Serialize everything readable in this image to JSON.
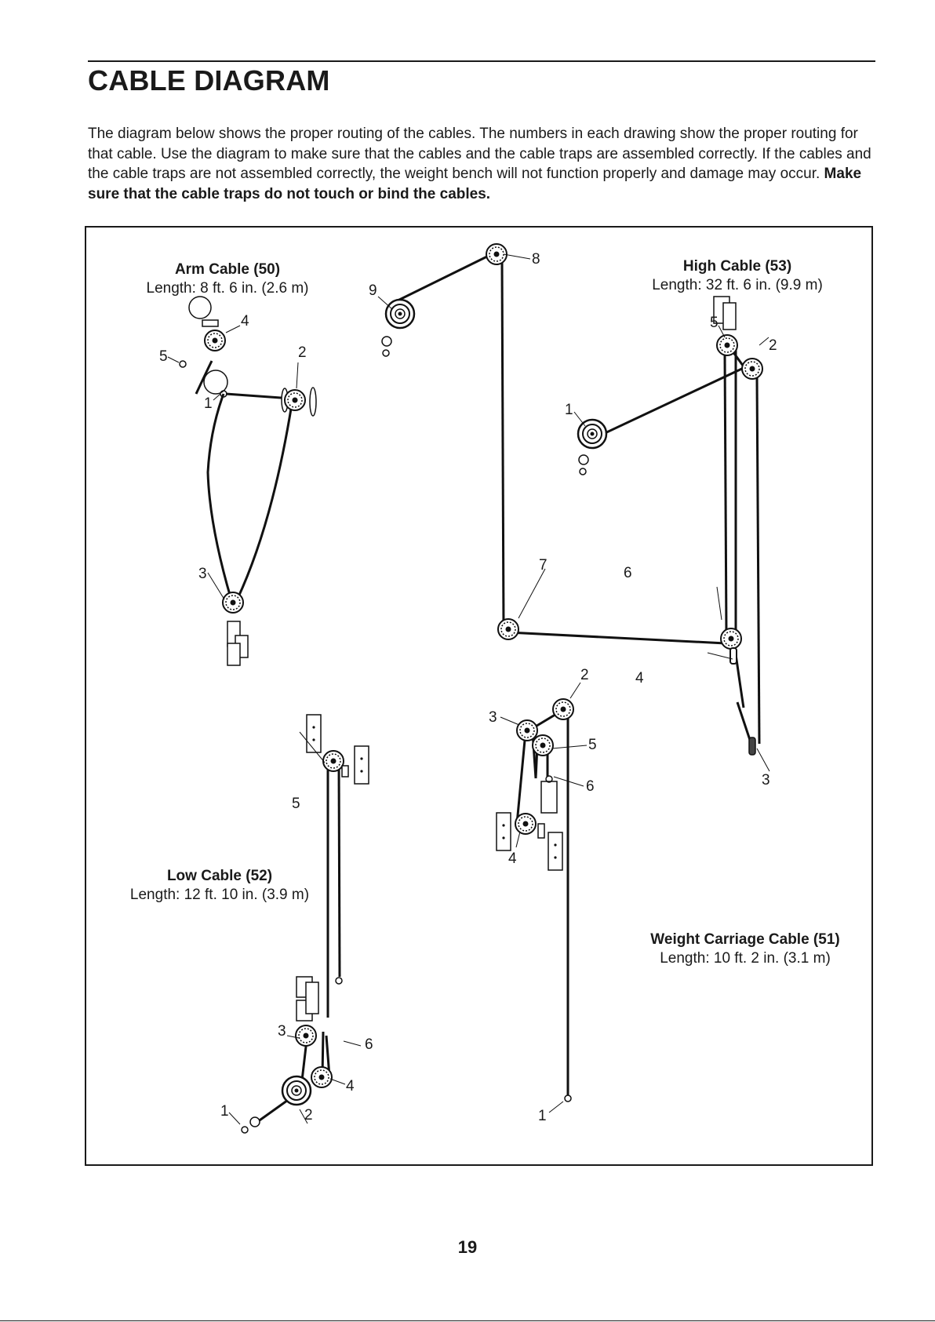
{
  "page": {
    "title": "CABLE DIAGRAM",
    "intro_text": "The diagram below shows the proper routing of the cables. The numbers in each drawing show the proper routing for that cable. Use the diagram to make sure that the cables and the cable traps are assembled correctly. If the cables and the cable traps are not assembled correctly, the weight bench will not function properly and damage may occur. ",
    "intro_bold": "Make sure that the cable traps do not touch or bind the cables.",
    "page_number": "19"
  },
  "cables": {
    "arm": {
      "title": "Arm Cable (50)",
      "length": "Length: 8 ft. 6 in. (2.6 m)",
      "labels": [
        "1",
        "2",
        "3",
        "4",
        "5"
      ]
    },
    "high": {
      "title": "High Cable (53)",
      "length": "Length: 32 ft. 6 in. (9.9 m)",
      "labels": [
        "1",
        "2",
        "3",
        "4",
        "5",
        "6",
        "7",
        "8",
        "9"
      ]
    },
    "low": {
      "title": "Low Cable (52)",
      "length": "Length: 12 ft. 10 in. (3.9 m)",
      "labels": [
        "1",
        "2",
        "3",
        "4",
        "5",
        "6"
      ]
    },
    "carriage": {
      "title": "Weight Carriage Cable (51)",
      "length": "Length: 10 ft. 2 in. (3.1 m)",
      "labels": [
        "1",
        "2",
        "3",
        "4",
        "5",
        "6"
      ]
    }
  }
}
